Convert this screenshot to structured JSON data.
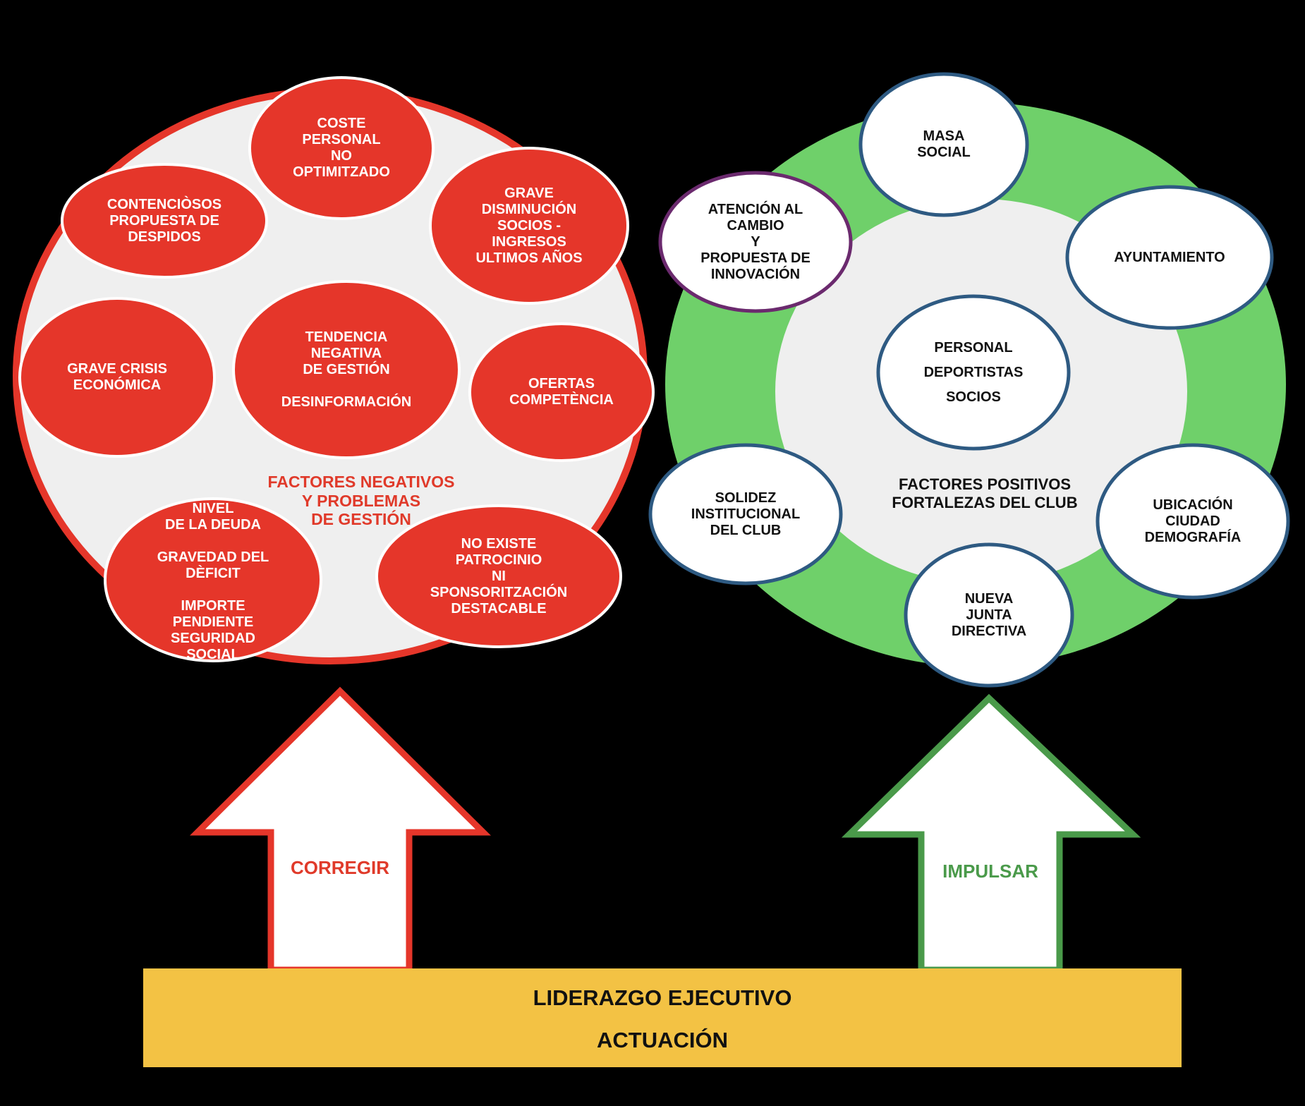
{
  "colors": {
    "background": "#000000",
    "negative_red": "#e5362a",
    "negative_fill": "#efefef",
    "positive_green": "#6fd06a",
    "node_border_blue": "#2e5a82",
    "node_border_purple": "#6b2a6e",
    "impulse_green": "#4a9a4a",
    "leadership_yellow": "#f3c244"
  },
  "negative": {
    "title": "FACTORES NEGATIVOS\nY PROBLEMAS\nDE GESTIÓN",
    "center": "TENDENCIA\nNEGATIVA\nDE GESTIÓN\n\nDESINFORMACIÓN",
    "items": [
      "COSTE\nPERSONAL\nNO\nOPTIMITZADO",
      "CONTENCIÒSOS\nPROPUESTA DE\nDESPIDOS",
      "GRAVE\nDISMINUCIÓN\nSOCIOS  -\nINGRESOS\nULTIMOS AÑOS",
      "GRAVE CRISIS\nECONÓMICA",
      "OFERTAS\nCOMPETÈNCIA",
      "NIVEL\nDE LA DEUDA\n\nGRAVEDAD DEL\nDÈFICIT\n\nIMPORTE\nPENDIENTE\nSEGURIDAD\nSOCIAL",
      "NO EXISTE\nPATROCINIO\nNI\nSPONSORITZACIÓN\nDESTACABLE"
    ]
  },
  "positive": {
    "title": "FACTORES POSITIVOS\nFORTALEZAS DEL CLUB",
    "center": "PERSONAL\nDEPORTISTAS\nSOCIOS",
    "items": [
      "MASA\nSOCIAL",
      "ATENCIÓN AL\nCAMBIO\nY\nPROPUESTA DE\nINNOVACIÓN",
      "AYUNTAMIENTO",
      "SOLIDEZ\nINSTITUCIONAL\nDEL CLUB",
      "UBICACIÓN\nCIUDAD\nDEMOGRAFÍA",
      "NUEVA\nJUNTA\nDIRECTIVA"
    ]
  },
  "arrows": {
    "left": "CORREGIR",
    "right": "IMPULSAR"
  },
  "leadership": {
    "line1": "LIDERAZGO EJECUTIVO",
    "line2": "ACTUACIÓN"
  }
}
